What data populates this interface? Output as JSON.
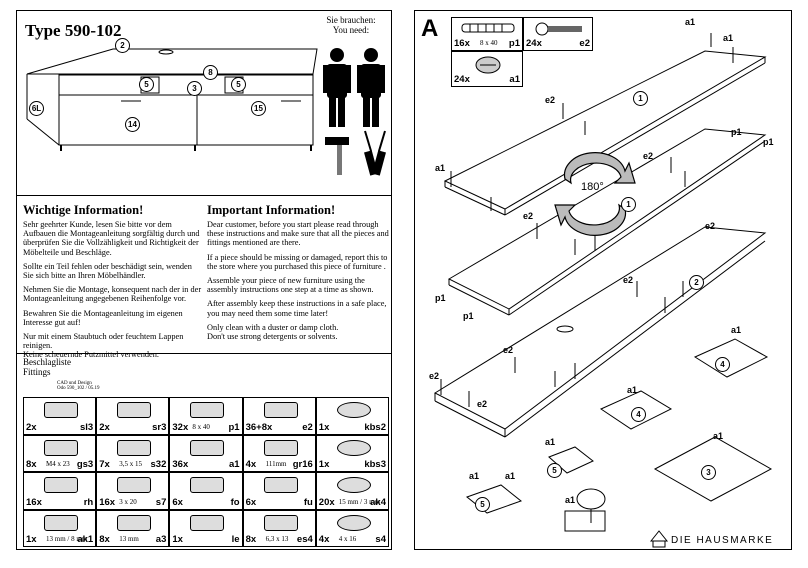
{
  "cover": {
    "title": "Type 590-102",
    "you_need_de": "Sie brauchen:",
    "you_need_en": "You need:",
    "part_labels": [
      "2",
      "5",
      "8",
      "3",
      "5",
      "6L",
      "14",
      "15"
    ]
  },
  "info": {
    "de_heading": "Wichtige Information!",
    "de_paragraphs": [
      "Sehr geehrter Kunde, lesen Sie bitte vor dem Aufbauen die Montageanleitung sorgfältig durch und überprüfen Sie die Vollzähligkeit und Richtigkeit der Möbelteile und Beschläge.",
      "Sollte ein Teil fehlen oder beschädigt sein, wenden Sie sich bitte an Ihren Möbelhändler.",
      "Nehmen Sie die Montage, konsequent nach der in der Montageanleitung angegebenen Reihenfolge vor.",
      "Bewahren Sie die Montageanleitung im eigenen Interesse gut auf!",
      "Nur mit einem Staubtuch oder feuchtem Lappen reinigen.\nKeine scheuernde Putzmittel verwenden."
    ],
    "en_heading": "Important Information!",
    "en_paragraphs": [
      "Dear customer, before you start please read through these instructions and make sure that all the pieces and fittings mentioned are there.",
      "If a piece should be missing or damaged, report this to the store where you purchased this piece of furniture .",
      "Assemble your piece of new furniture using the assembly instructions one step at a time as shown.",
      "After assembly keep these instructions in a safe place, you may need them some time later!",
      "Only clean with a duster or damp cloth.\nDon't use strong detergents or solvents."
    ]
  },
  "fittings": {
    "heading_de": "Beschlagliste",
    "heading_en": "Fittings",
    "cad_note": "CAD und Design\nOdo 590_102 / 05.19",
    "items": [
      {
        "count": "2x",
        "code": "sl3",
        "size": ""
      },
      {
        "count": "2x",
        "code": "sr3",
        "size": ""
      },
      {
        "count": "32x",
        "code": "p1",
        "size": "8 x 40"
      },
      {
        "count": "36+8x",
        "code": "e2",
        "size": ""
      },
      {
        "count": "1x",
        "code": "kbs2",
        "size": ""
      },
      {
        "count": "8x",
        "code": "gs3",
        "size": "M4 x 23"
      },
      {
        "count": "7x",
        "code": "s32",
        "size": "3,5 x 15"
      },
      {
        "count": "36x",
        "code": "a1",
        "size": ""
      },
      {
        "count": "4x",
        "code": "gr16",
        "size": "111mm"
      },
      {
        "count": "1x",
        "code": "kbs3",
        "size": ""
      },
      {
        "count": "16x",
        "code": "rh",
        "size": ""
      },
      {
        "count": "16x",
        "code": "s7",
        "size": "3 x 20"
      },
      {
        "count": "6x",
        "code": "fo",
        "size": ""
      },
      {
        "count": "6x",
        "code": "fu",
        "size": ""
      },
      {
        "count": "20x",
        "code": "ak4",
        "size": "15 mm / 3 mm"
      },
      {
        "count": "1x",
        "code": "ak1",
        "size": "13 mm / 8 mm"
      },
      {
        "count": "8x",
        "code": "a3",
        "size": "13 mm"
      },
      {
        "count": "1x",
        "code": "le",
        "size": ""
      },
      {
        "count": "8x",
        "code": "es4",
        "size": "6,3 x 13"
      },
      {
        "count": "4x",
        "code": "s4",
        "size": "4 x 16"
      }
    ]
  },
  "step": {
    "letter": "A",
    "parts_box": [
      {
        "count": "16x",
        "size": "8 x 40",
        "code": "p1"
      },
      {
        "count": "24x",
        "size": "",
        "code": "e2"
      },
      {
        "count": "24x",
        "size": "",
        "code": "a1"
      }
    ],
    "rotate_label": "180°",
    "board_labels": [
      "1",
      "1",
      "2",
      "4",
      "4",
      "3",
      "5",
      "5"
    ],
    "callouts": [
      "a1",
      "a1",
      "a1",
      "e2",
      "e2",
      "p1",
      "p1",
      "p1",
      "e2",
      "e2",
      "e2",
      "p1",
      "e2",
      "e2",
      "e2",
      "a1",
      "a1",
      "a1",
      "a1",
      "a1",
      "a1",
      "a1"
    ],
    "brand": "DIE HAUSMARKE"
  }
}
